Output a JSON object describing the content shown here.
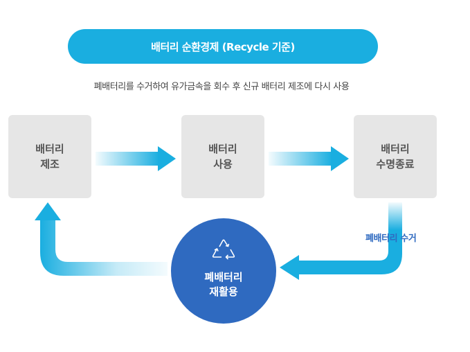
{
  "header": {
    "title": "배터리 순환경제 (Recycle 기준)",
    "subtitle": "폐배터리를 수거하여 유가금속을 회수 후 신규 배터리 제조에 다시 사용"
  },
  "steps": [
    {
      "line1": "배터리",
      "line2": "제조"
    },
    {
      "line1": "배터리",
      "line2": "사용"
    },
    {
      "line1": "배터리",
      "line2": "수명종료"
    }
  ],
  "recycle": {
    "line1": "폐배터리",
    "line2": "재활용",
    "icon": "recycle-icon"
  },
  "collect_label": "폐배터리 수거",
  "colors": {
    "accent": "#1aaee0",
    "circle": "#2f6ac0",
    "box": "#e6e6e6"
  }
}
